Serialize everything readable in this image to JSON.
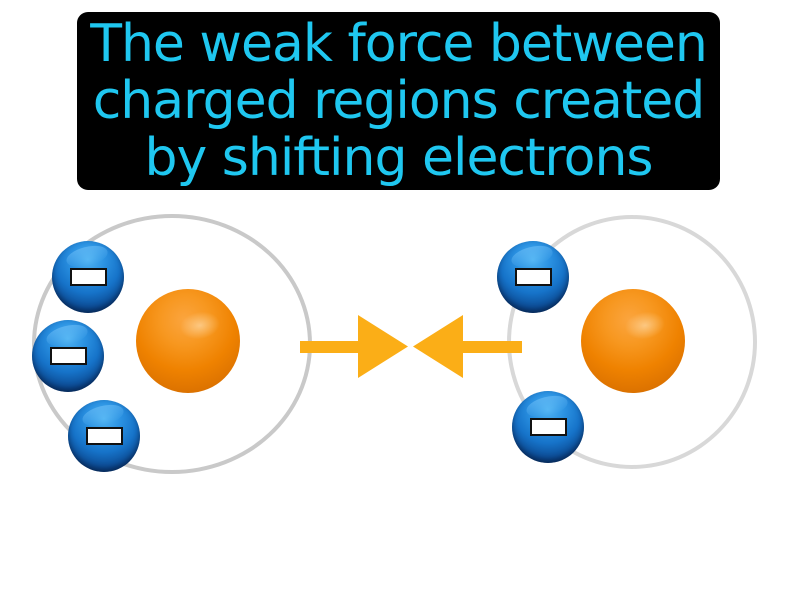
{
  "title": {
    "text": "The weak force between charged regions created by shifting electrons",
    "lines": {
      "l1": "The weak force between",
      "l2": "charged regions created",
      "l3": "by shifting electrons"
    }
  },
  "diagram": {
    "left_atom": {
      "electron_count": 3,
      "electron_symbol": "−",
      "parts": [
        "orbit",
        "nucleus",
        "electrons"
      ]
    },
    "right_atom": {
      "electron_count": 2,
      "electron_symbol": "−",
      "parts": [
        "orbit",
        "nucleus",
        "electrons"
      ]
    },
    "arrows": {
      "left_direction": "right",
      "right_direction": "left",
      "meaning": "attraction between atoms"
    }
  },
  "colors": {
    "background": "#ffffff",
    "title-bg": "#000000",
    "title-text": "#1fc7f0",
    "arrow": "#fbae17",
    "orbit": "#c9c9c9",
    "orbit-light": "#d8d8d8",
    "electron-hi": "#4fb3f2",
    "electron-mid": "#1673c9",
    "electron-dark": "#082c5e",
    "nucleus-hi": "#fba53f",
    "nucleus-mid": "#ef8200",
    "nucleus-dark": "#bf6200",
    "minus-bg": "#ffffff",
    "minus-border": "#111111"
  }
}
